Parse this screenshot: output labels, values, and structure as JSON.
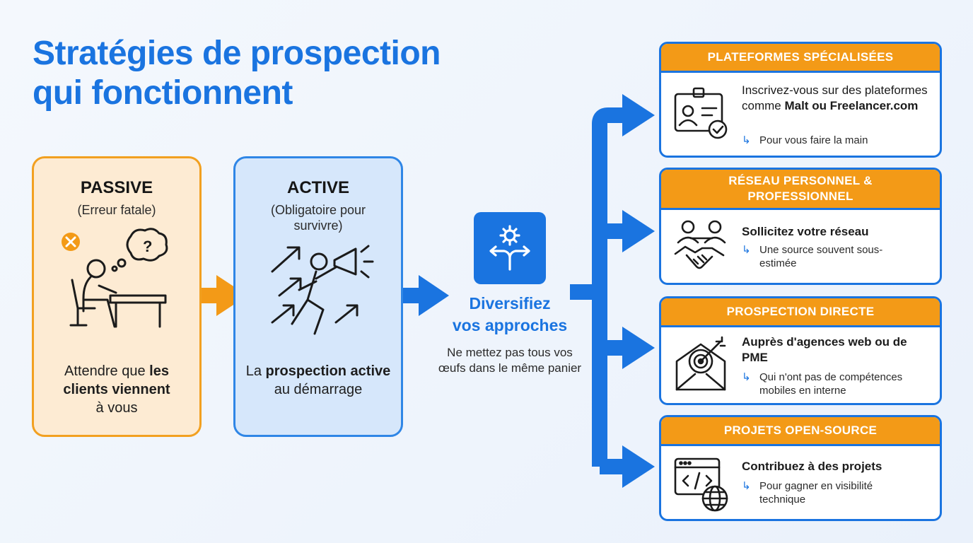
{
  "title": {
    "line1": "Stratégies de prospection",
    "line2": "qui fonctionnent"
  },
  "passive": {
    "title": "PASSIVE",
    "subtitle": "(Erreur fatale)",
    "body_plain1": "Attendre que ",
    "body_bold": "les clients viennent",
    "body_plain2": "à vous"
  },
  "active": {
    "title": "ACTIVE",
    "subtitle": "(Obligatoire pour survivre)",
    "body_plain1": "La ",
    "body_bold": "prospection active",
    "body_plain2": " au démarrage"
  },
  "center": {
    "title_line1": "Diversifiez",
    "title_line2": "vos approches",
    "text": "Ne mettez pas tous vos œufs dans le même panier"
  },
  "panels": [
    {
      "header": "PLATEFORMES SPÉCIALISÉES",
      "main_plain": "Inscrivez-vous sur des plateformes comme ",
      "main_bold": "Malt ou Freelancer.com",
      "note": "Pour vous faire la main",
      "icon": "id-badge-check-icon"
    },
    {
      "header": "RÉSEAU PERSONNEL & PROFESSIONNEL",
      "main_plain": "",
      "main_bold": "Sollicitez votre réseau",
      "note": "Une source souvent sous-estimée",
      "icon": "handshake-network-icon"
    },
    {
      "header": "PROSPECTION DIRECTE",
      "main_plain": "",
      "main_bold": "Auprès d'agences web ou de PME",
      "note": "Qui n'ont pas de compétences mobiles en interne",
      "icon": "target-envelope-icon"
    },
    {
      "header": "PROJETS OPEN-SOURCE",
      "main_plain": "",
      "main_bold": "Contribuez à des projets",
      "note": "Pour gagner en visibilité technique",
      "icon": "code-window-globe-icon"
    }
  ],
  "colors": {
    "blue": "#1a74e0",
    "orange": "#f39a17",
    "passive_bg": "#fdebd3",
    "active_bg": "#d6e7fb"
  }
}
